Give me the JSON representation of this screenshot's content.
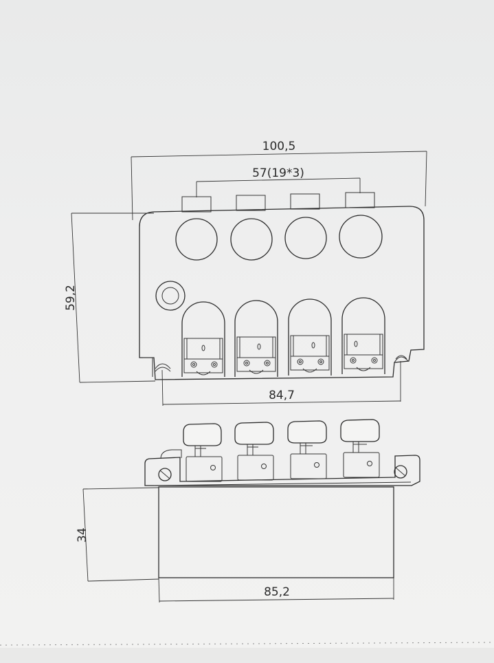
{
  "dimensions": {
    "overall_width": "100,5",
    "string_spacing": "57(19*3)",
    "height_top_view": "59,2",
    "mount_spacing": "84,7",
    "height_side_view": "34",
    "base_width": "85,2"
  }
}
